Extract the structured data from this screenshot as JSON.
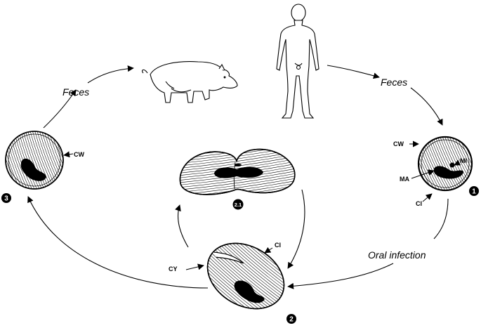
{
  "labels": {
    "feces_left": "Feces",
    "feces_right": "Feces",
    "oral_infection": "Oral infection",
    "cw_left": "CW",
    "cw_right": "CW",
    "mi": "MI",
    "ma": "MA",
    "ci_right": "CI",
    "ci_bottom": "CI",
    "cy": "CY"
  },
  "stage_numbers": {
    "one": "1",
    "two": "2",
    "two_one": "2.1",
    "three": "3"
  },
  "hosts": [
    "human",
    "pig"
  ],
  "colors": {
    "ink": "#000000",
    "paper": "#ffffff"
  }
}
